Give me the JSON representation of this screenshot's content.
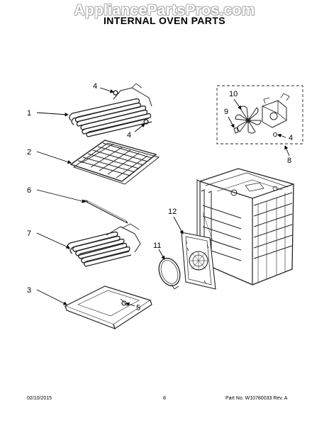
{
  "watermark": "AppliancePartsPros.com",
  "title": "INTERNAL OVEN PARTS",
  "callouts": {
    "c1": "1",
    "c2": "2",
    "c3": "3",
    "c4a": "4",
    "c4b": "4",
    "c4c": "4",
    "c5": "5",
    "c6": "6",
    "c7": "7",
    "c8": "8",
    "c9": "9",
    "c10": "10",
    "c11": "11",
    "c12": "12"
  },
  "footer": {
    "date": "02/10/2015",
    "page": "8",
    "part": "Part No.  W10780033  Rev. A"
  }
}
